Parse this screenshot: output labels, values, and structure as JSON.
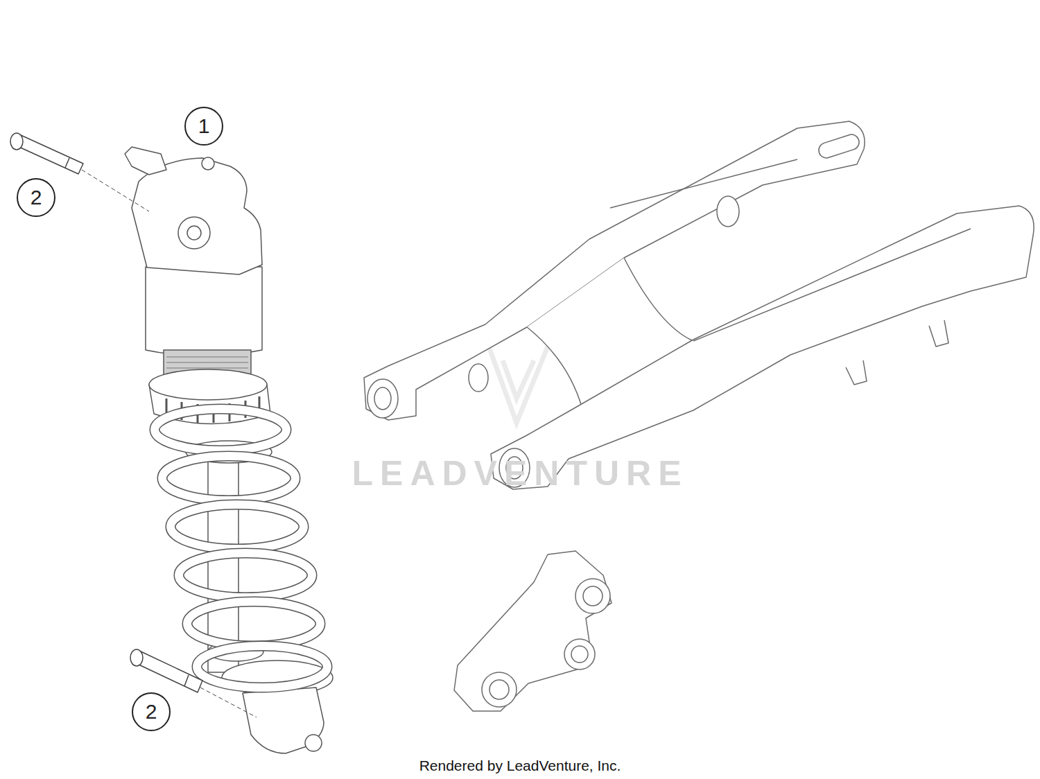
{
  "diagram": {
    "caption": "Rendered by LeadVenture, Inc.",
    "nodes": [
      {
        "text": [
          "1"
        ]
      },
      {
        "text": [
          "2"
        ]
      },
      {
        "text": [
          "2"
        ]
      }
    ],
    "labels": [
      "LEADVENTURE"
    ]
  }
}
